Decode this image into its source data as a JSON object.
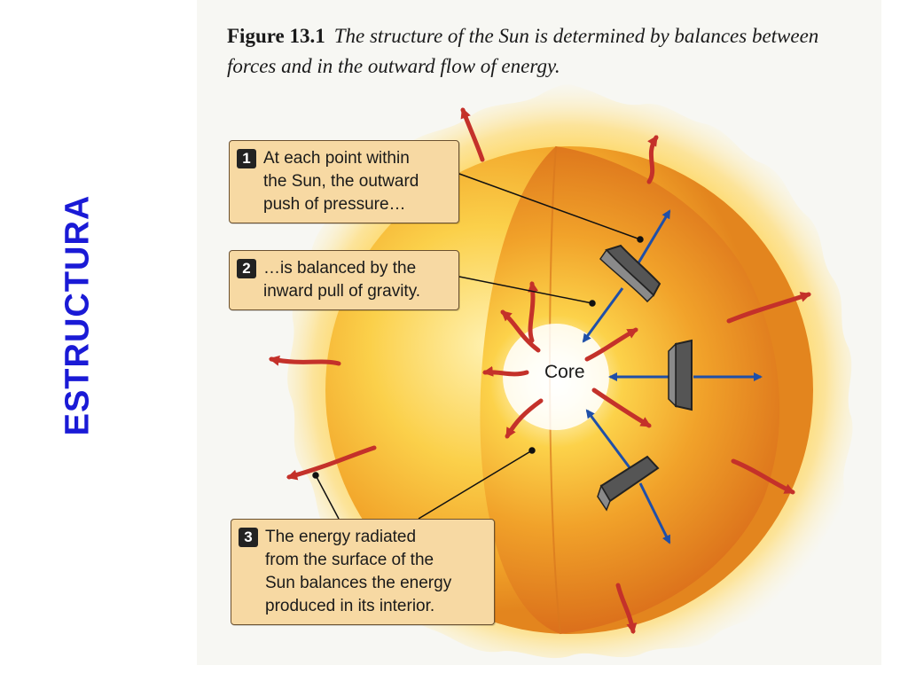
{
  "side_title": "ESTRUCTURA",
  "caption": {
    "label": "Figure 13.1",
    "text": "The structure of the Sun is determined by balances between forces and in the outward flow of energy."
  },
  "core_label": "Core",
  "callouts": [
    {
      "number": "1",
      "lines": [
        "At each point within",
        "the Sun, the outward",
        "push of pressure…"
      ]
    },
    {
      "number": "2",
      "lines": [
        "…is balanced by the",
        "inward pull of gravity."
      ]
    },
    {
      "number": "3",
      "lines": [
        "The energy radiated",
        "from the surface of the",
        "Sun balances the energy",
        "produced in its interior."
      ]
    }
  ],
  "colors": {
    "side_title": "#1a1ad6",
    "force_arrows": "#1f4fa8",
    "energy_arrows": "#c4312a",
    "callout_bg": "#f7d9a3",
    "sun_core": "#ffffff",
    "sun_mid": "#f9c63a",
    "sun_outer": "#e98a1e"
  }
}
